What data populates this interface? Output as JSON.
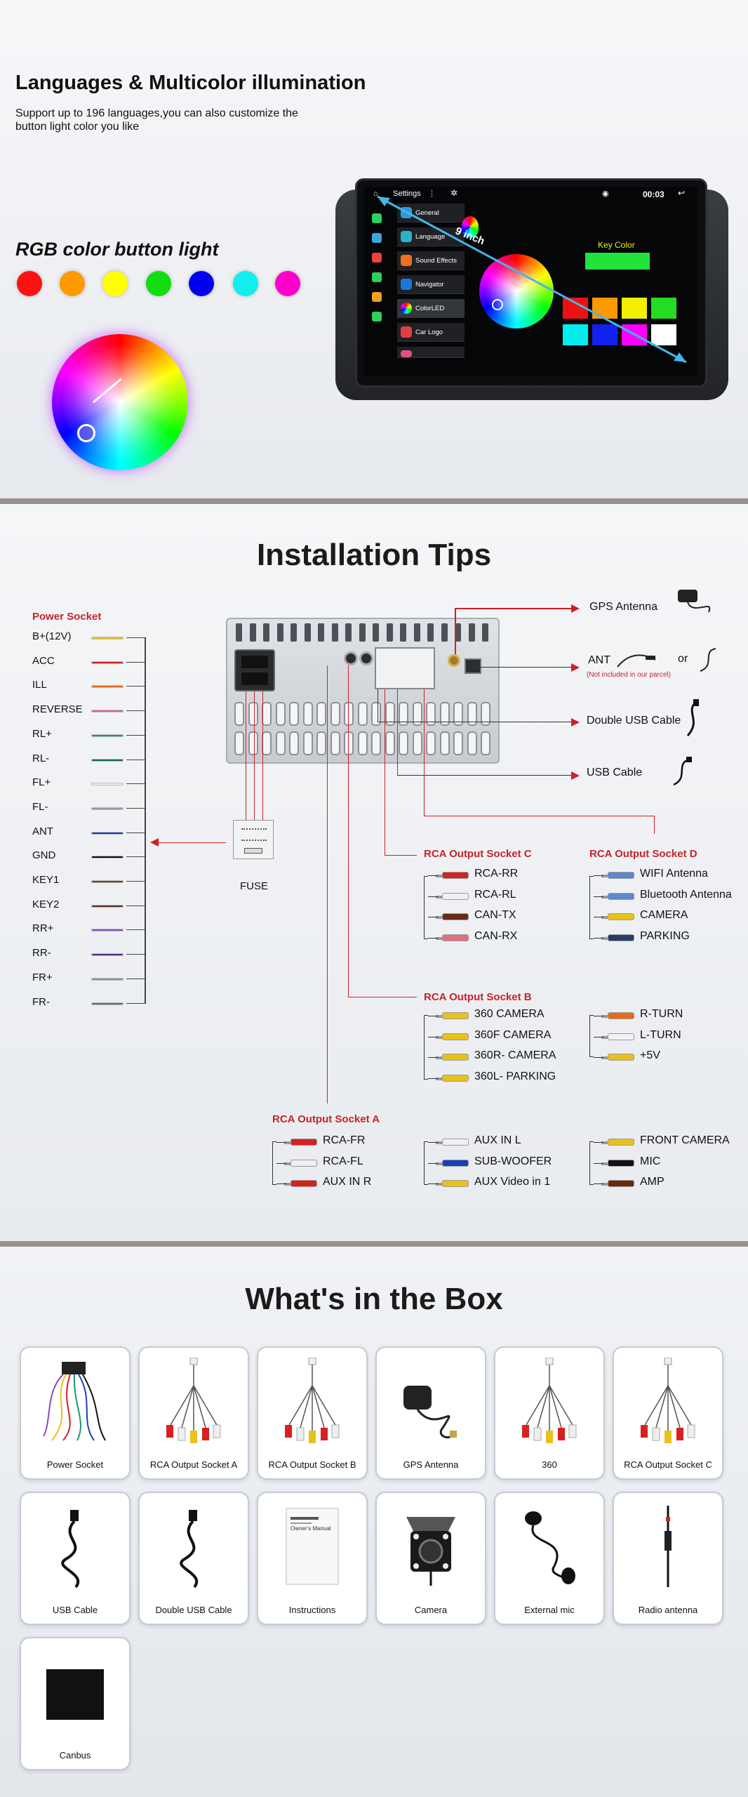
{
  "section1": {
    "title": "Languages & Multicolor illumination",
    "subtitle": "Support up to 196 languages,you can also customize the button light color you like",
    "rgb_title": "RGB color button light",
    "dot_colors": [
      "#ff1111",
      "#ff9900",
      "#ffff00",
      "#11dd11",
      "#0000ee",
      "#11eeee",
      "#ff00cc"
    ],
    "screen": {
      "status_title": "Settings",
      "time": "00:03",
      "size_badge": "9 inch",
      "menu": [
        "General",
        "Language",
        "Sound Effects",
        "Navigator",
        "ColorLED",
        "Car Logo"
      ],
      "key_color_label": "Key Color",
      "swatches": [
        "#ee1111",
        "#ff9900",
        "#f0f000",
        "#22dd22",
        "#00eeee",
        "#1122ee",
        "#ff00ff",
        "#ffffff"
      ]
    }
  },
  "section2": {
    "title": "Installation Tips",
    "power_socket": {
      "heading": "Power Socket",
      "pins": [
        {
          "label": "B+(12V)",
          "color": "#e8c21a"
        },
        {
          "label": "ACC",
          "color": "#d92020"
        },
        {
          "label": "ILL",
          "color": "#e86a1e"
        },
        {
          "label": "REVERSE",
          "color": "#e85d8a"
        },
        {
          "label": "RL+",
          "color": "#1a9a6a"
        },
        {
          "label": "RL-",
          "color": "#146b46"
        },
        {
          "label": "FL+",
          "color": "#f2f2f2"
        },
        {
          "label": "FL-",
          "color": "#9b9b9b"
        },
        {
          "label": "ANT",
          "color": "#1740b8"
        },
        {
          "label": "GND",
          "color": "#111111"
        },
        {
          "label": "KEY1",
          "color": "#7a3a1a"
        },
        {
          "label": "KEY2",
          "color": "#5a3020"
        },
        {
          "label": "RR+",
          "color": "#8c4ac2"
        },
        {
          "label": "RR-",
          "color": "#5a2a8a"
        },
        {
          "label": "FR+",
          "color": "#8f8f8f"
        },
        {
          "label": "FR-",
          "color": "#666666"
        }
      ]
    },
    "fuse_label": "FUSE",
    "right_items": {
      "gps": "GPS Antenna",
      "ant": "ANT",
      "or": "or",
      "ant_note": "(Not included in our parcel)",
      "double_usb": "Double USB Cable",
      "usb": "USB Cable"
    },
    "socket_c": {
      "heading": "RCA Output Socket C",
      "items": [
        {
          "label": "RCA-RR",
          "color": "#d92020"
        },
        {
          "label": "RCA-RL",
          "color": "#f0f0f0"
        },
        {
          "label": "CAN-TX",
          "color": "#6a2a10"
        },
        {
          "label": "CAN-RX",
          "color": "#e07080"
        }
      ]
    },
    "socket_d": {
      "heading": "RCA Output Socket D",
      "items": [
        {
          "label": "WIFI Antenna",
          "color": "#5a8ad0"
        },
        {
          "label": "Bluetooth Antenna",
          "color": "#5a8ad0"
        },
        {
          "label": "CAMERA",
          "color": "#e8c21a"
        },
        {
          "label": "PARKING",
          "color": "#2a3a6a"
        }
      ]
    },
    "socket_b": {
      "heading": "RCA Output Socket B",
      "items": [
        {
          "label": "360 CAMERA",
          "color": "#e8c21a"
        },
        {
          "label": "360F CAMERA",
          "color": "#e8c21a"
        },
        {
          "label": "360R- CAMERA",
          "color": "#e8c21a"
        },
        {
          "label": "360L- PARKING",
          "color": "#e8c21a"
        }
      ],
      "items2": [
        {
          "label": "R-TURN",
          "color": "#e86a1e"
        },
        {
          "label": "L-TURN",
          "color": "#f2f2f2"
        },
        {
          "label": "+5V",
          "color": "#e8c21a"
        }
      ]
    },
    "socket_a": {
      "heading": "RCA Output Socket A",
      "col1": [
        {
          "label": "RCA-FR",
          "color": "#d92020"
        },
        {
          "label": "RCA-FL",
          "color": "#f0f0f0"
        },
        {
          "label": "AUX IN R",
          "color": "#d92020"
        }
      ],
      "col2": [
        {
          "label": "AUX IN L",
          "color": "#f0f0f0"
        },
        {
          "label": "SUB-WOOFER",
          "color": "#1740b8"
        },
        {
          "label": "AUX Video in 1",
          "color": "#e8c21a"
        }
      ],
      "col3": [
        {
          "label": "FRONT CAMERA",
          "color": "#e8c21a"
        },
        {
          "label": "MIC",
          "color": "#111111"
        },
        {
          "label": "AMP",
          "color": "#6a2a10"
        }
      ]
    }
  },
  "section3": {
    "title": "What's in the Box",
    "items": [
      {
        "label": "Power Socket",
        "icon": "wire-harness-icon"
      },
      {
        "label": "RCA Output Socket A",
        "icon": "rca-cable-icon"
      },
      {
        "label": "RCA Output Socket B",
        "icon": "rca-cable-icon"
      },
      {
        "label": "GPS Antenna",
        "icon": "gps-antenna-icon"
      },
      {
        "label": "360",
        "icon": "rca-cable-icon"
      },
      {
        "label": "RCA Output Socket C",
        "icon": "rca-cable-icon"
      },
      {
        "label": "USB Cable",
        "icon": "usb-cable-icon"
      },
      {
        "label": "Double USB Cable",
        "icon": "usb-cable-icon"
      },
      {
        "label": "Instructions",
        "icon": "manual-icon"
      },
      {
        "label": "Camera",
        "icon": "camera-icon"
      },
      {
        "label": "External mic",
        "icon": "mic-icon"
      },
      {
        "label": "Radio antenna",
        "icon": "antenna-icon"
      },
      {
        "label": "Canbus",
        "icon": "canbus-box-icon"
      }
    ],
    "manual_title": "Owner's Manual"
  }
}
